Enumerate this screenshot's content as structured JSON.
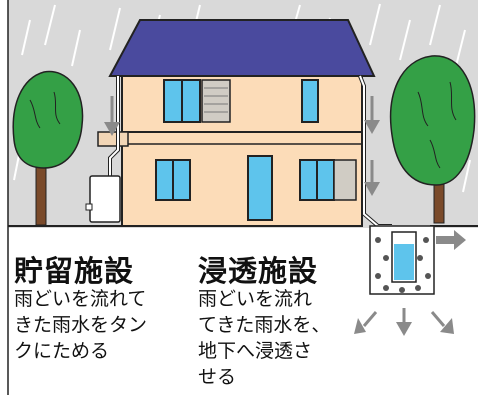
{
  "storage": {
    "title": "貯留施設",
    "lines": [
      "雨どいを流れて",
      "きた雨水をタン",
      "クにためる"
    ]
  },
  "infiltration": {
    "title": "浸透施設",
    "lines": [
      "雨どいを流れ",
      "てきた雨水を、",
      "地下へ浸透さ",
      "せる"
    ]
  },
  "colors": {
    "roof": "#4a4a9e",
    "wall": "#fcdcb8",
    "window": "#5ec4ec",
    "tree": "#34a046",
    "rain_sky": "#d8d8d8",
    "water": "#5ec4ec",
    "arrow": "#8a8a8a"
  }
}
